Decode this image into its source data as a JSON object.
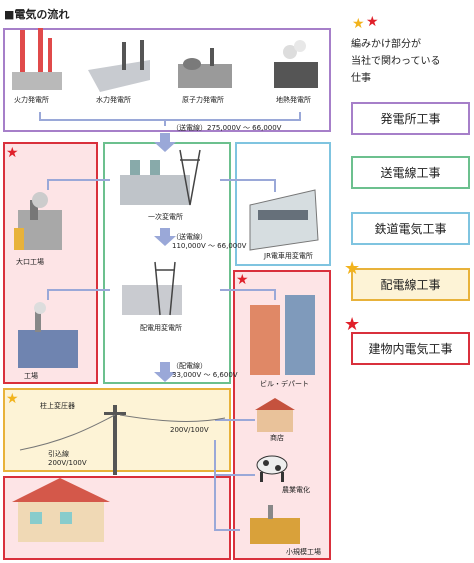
{
  "title": "■電気の流れ",
  "legend": {
    "note_lines": [
      "編みかけ部分が",
      "当社で関わっている",
      "仕事"
    ],
    "items": [
      {
        "label": "発電所工事",
        "border": "#a67fc9",
        "fill": "#ffffff"
      },
      {
        "label": "送電線工事",
        "border": "#6cc08e",
        "fill": "#ffffff"
      },
      {
        "label": "鉄道電気工事",
        "border": "#7fc4e0",
        "fill": "#ffffff"
      },
      {
        "label": "配電線工事",
        "border": "#e8b23a",
        "fill": "#fdf3d6"
      },
      {
        "label": "建物内電気工事",
        "border": "#d9303c",
        "fill": "#ffffff"
      }
    ]
  },
  "plants": [
    "火力発電所",
    "水力発電所",
    "原子力発電所",
    "地熱発電所"
  ],
  "transmission1": "（送電線）275,000V 〜 66,000V",
  "facilities": {
    "primary_substation": "一次変電所",
    "transmission2_title": "（送電線）",
    "transmission2_range": "110,000V 〜 66,000V",
    "distribution_substation": "配電用変電所",
    "distribution_title": "（配電線）",
    "distribution_range": "33,000V 〜 6,600V",
    "jr_substation": "JR電車用変電所",
    "large_factory": "大口工場",
    "factory": "工場",
    "building": "ビル・デパート",
    "store": "商店",
    "farm": "農業電化",
    "small_factory": "小規模工場",
    "pole_transformer": "柱上変圧器",
    "voltage_200_100": "200V/100V",
    "service_title": "引込線",
    "service_voltage": "200V/100V"
  },
  "colors": {
    "purple": "#a67fc9",
    "green": "#6cc08e",
    "blue": "#7fc4e0",
    "yellow": "#e8b23a",
    "yellow_fill": "#fdf3d6",
    "red": "#d9303c",
    "red_fill": "#fde4e6",
    "arrow": "#9aa8d8"
  }
}
